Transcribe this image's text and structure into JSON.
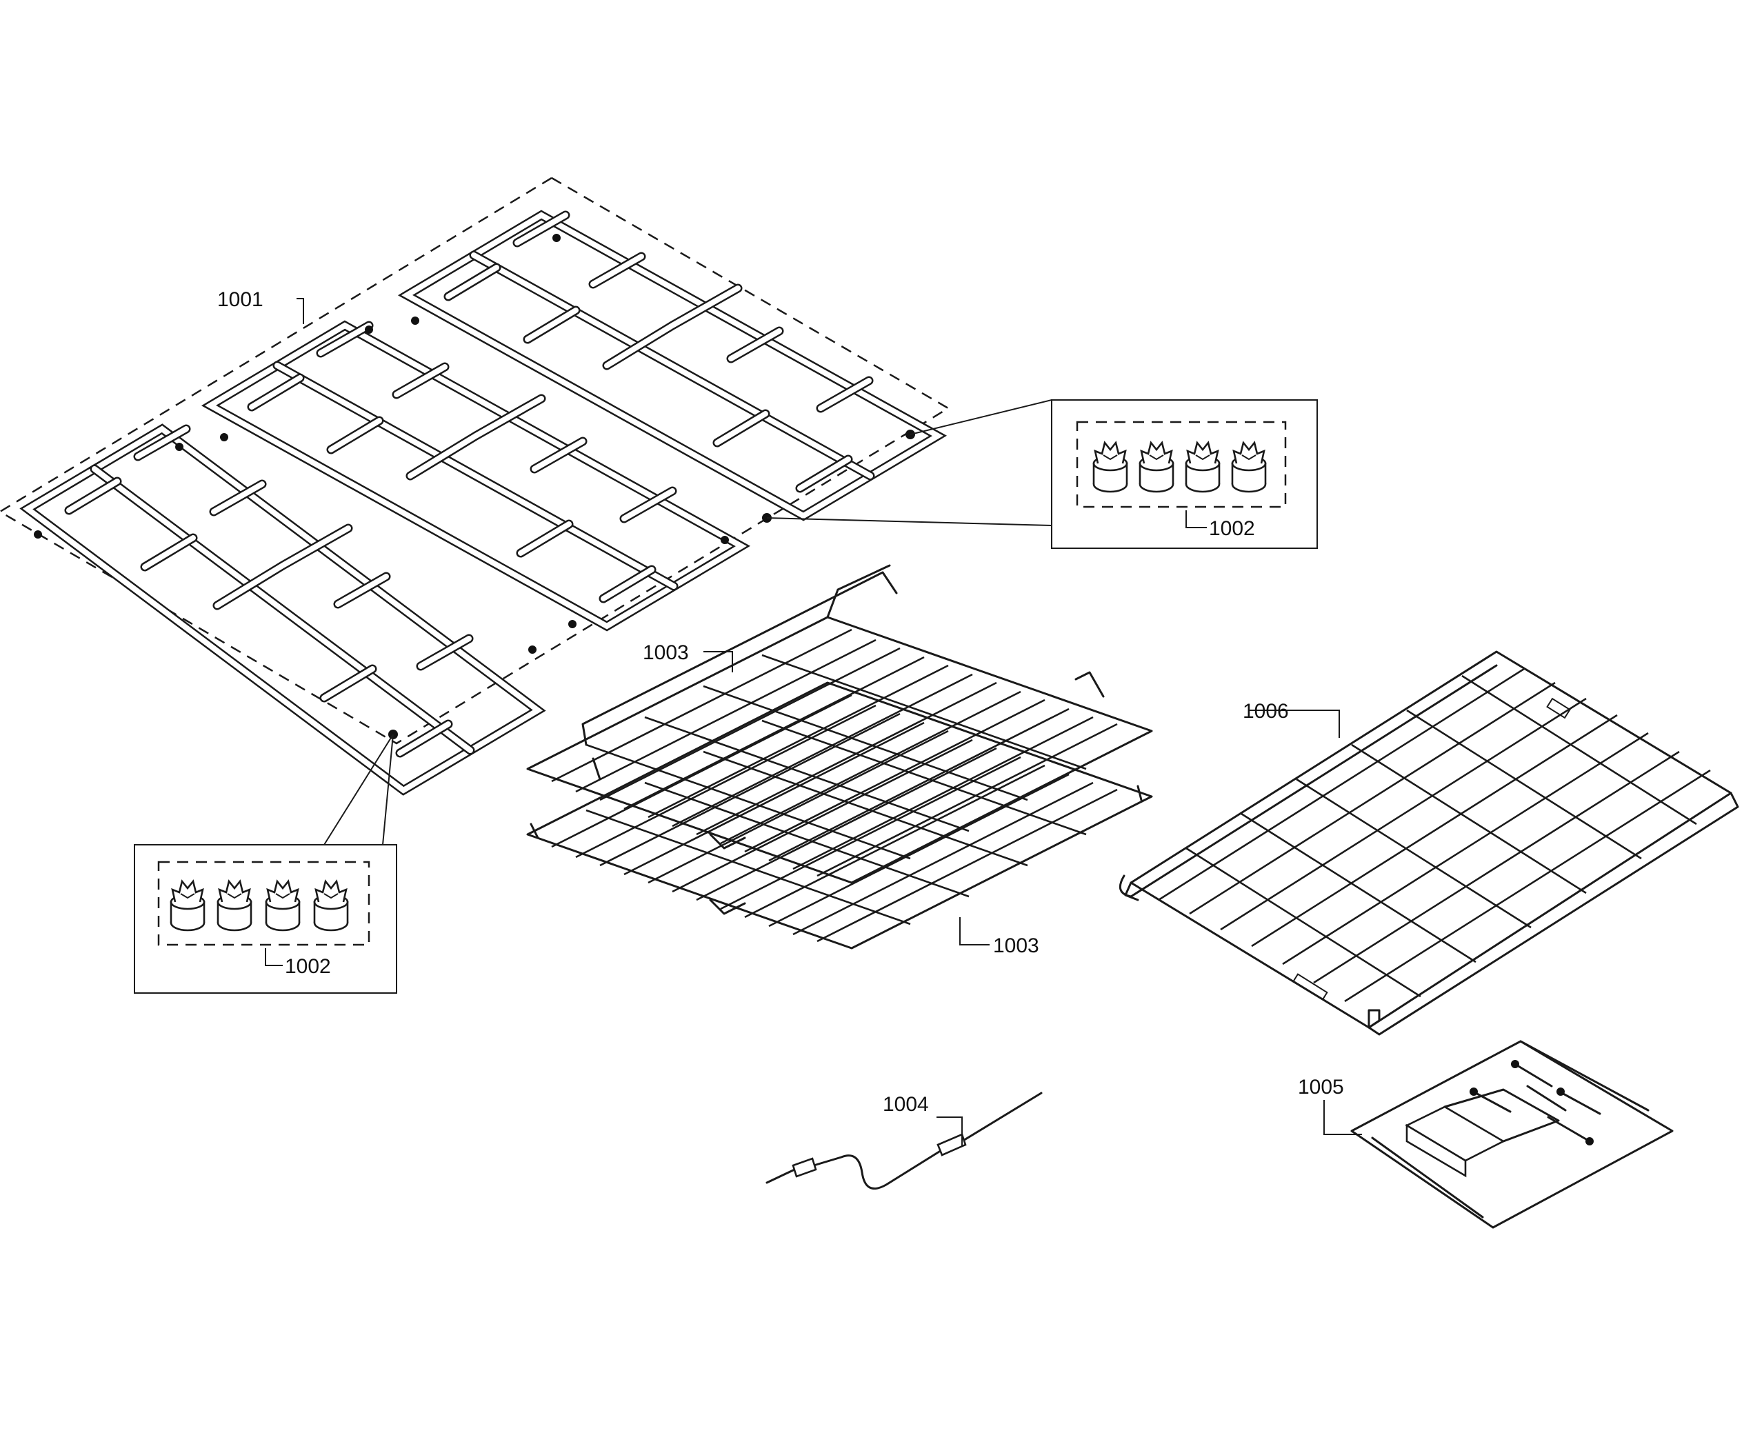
{
  "parts": [
    {
      "id": "grates",
      "label": "1001"
    },
    {
      "id": "feet-right",
      "label": "1002"
    },
    {
      "id": "feet-left",
      "label": "1002"
    },
    {
      "id": "rack-top",
      "label": "1003"
    },
    {
      "id": "rack-bottom",
      "label": "1003"
    },
    {
      "id": "thermocouple",
      "label": "1004"
    },
    {
      "id": "hardware-kit",
      "label": "1005"
    },
    {
      "id": "telescopic-rack",
      "label": "1006"
    }
  ]
}
